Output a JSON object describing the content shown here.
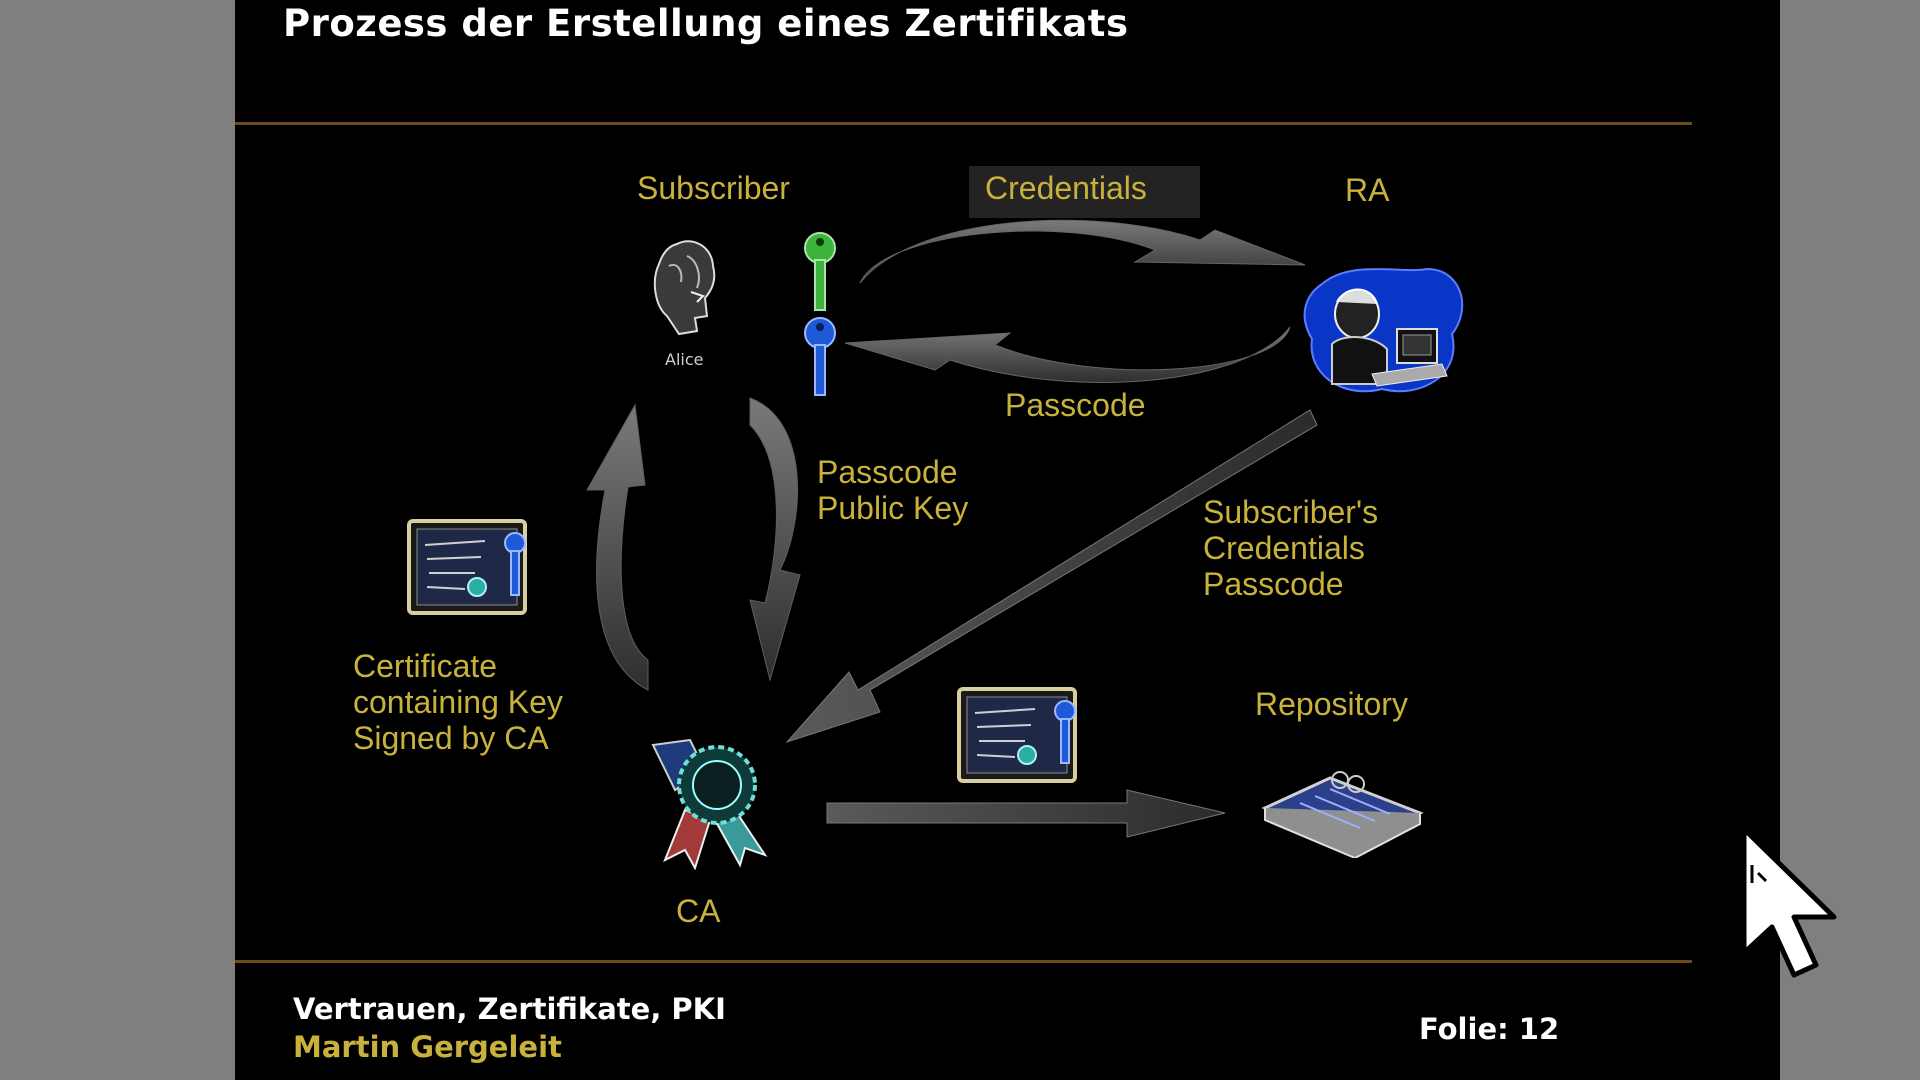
{
  "slide": {
    "title": "Prozess der Erstellung eines Zertifikats",
    "footer": {
      "course": "Vertrauen, Zertifikate, PKI",
      "author": "Martin Gergeleit",
      "page": "Folie: 12"
    }
  },
  "diagram": {
    "subscriber_label": "Subscriber",
    "credentials_label": "Credentials",
    "ra_label": "RA",
    "alice_caption": "Alice",
    "passcode_label": "Passcode",
    "passcode_pubkey_line1": "Passcode",
    "passcode_pubkey_line2": "Public Key",
    "ra_to_ca_line1": "Subscriber's",
    "ra_to_ca_line2": "Credentials",
    "ra_to_ca_line3": "Passcode",
    "cert_line1": "Certificate",
    "cert_line2": "containing Key",
    "cert_line3": "Signed by CA",
    "repository_label": "Repository",
    "ca_label": "CA"
  },
  "icons": [
    "alice-icon",
    "green-key-icon",
    "blue-key-icon",
    "ra-operator-icon",
    "certificate-icon",
    "ca-seal-icon",
    "repository-book-icon",
    "mouse-cursor-icon"
  ],
  "colors": {
    "slide_bg": "#000000",
    "label_gold": "#c9b23c",
    "rule_brown": "#6b4a1e",
    "arrow_gray": "#4a4a4a",
    "ra_blue": "#0a36c8",
    "page_bg": "#7f7f7f"
  }
}
